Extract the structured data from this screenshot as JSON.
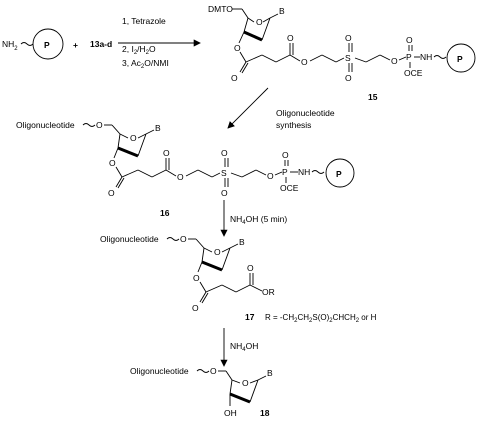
{
  "reagents": {
    "nh2": "NH",
    "nh2_sub": "2",
    "plus": "+",
    "compound_set": "13a-d",
    "step1": "1, Tetrazole",
    "step2_a": "2, I",
    "step2_sub1": "2",
    "step2_b": "/H",
    "step2_sub2": "2",
    "step2_c": "O",
    "step3_a": "3, Ac",
    "step3_sub": "2",
    "step3_b": "O/NMI"
  },
  "support_label": "P",
  "atoms": {
    "dmto": "DMTO",
    "o": "O",
    "b": "B",
    "s": "S",
    "p": "P",
    "nh": "NH",
    "oce": "OCE",
    "oh": "OH",
    "or": "OR"
  },
  "oligo_label": "Oligonucleotide",
  "compounds": {
    "c15": "15",
    "c16": "16",
    "c17": "17",
    "c18": "18"
  },
  "arrows": {
    "a1_line1": "Oligonucleotide",
    "a1_line2": "synthesis",
    "a2": "NH4OH (5 min)",
    "a3": "NH4OH"
  },
  "r_definition": "R = -CH2CH2S(O)2CHCH2 or H"
}
